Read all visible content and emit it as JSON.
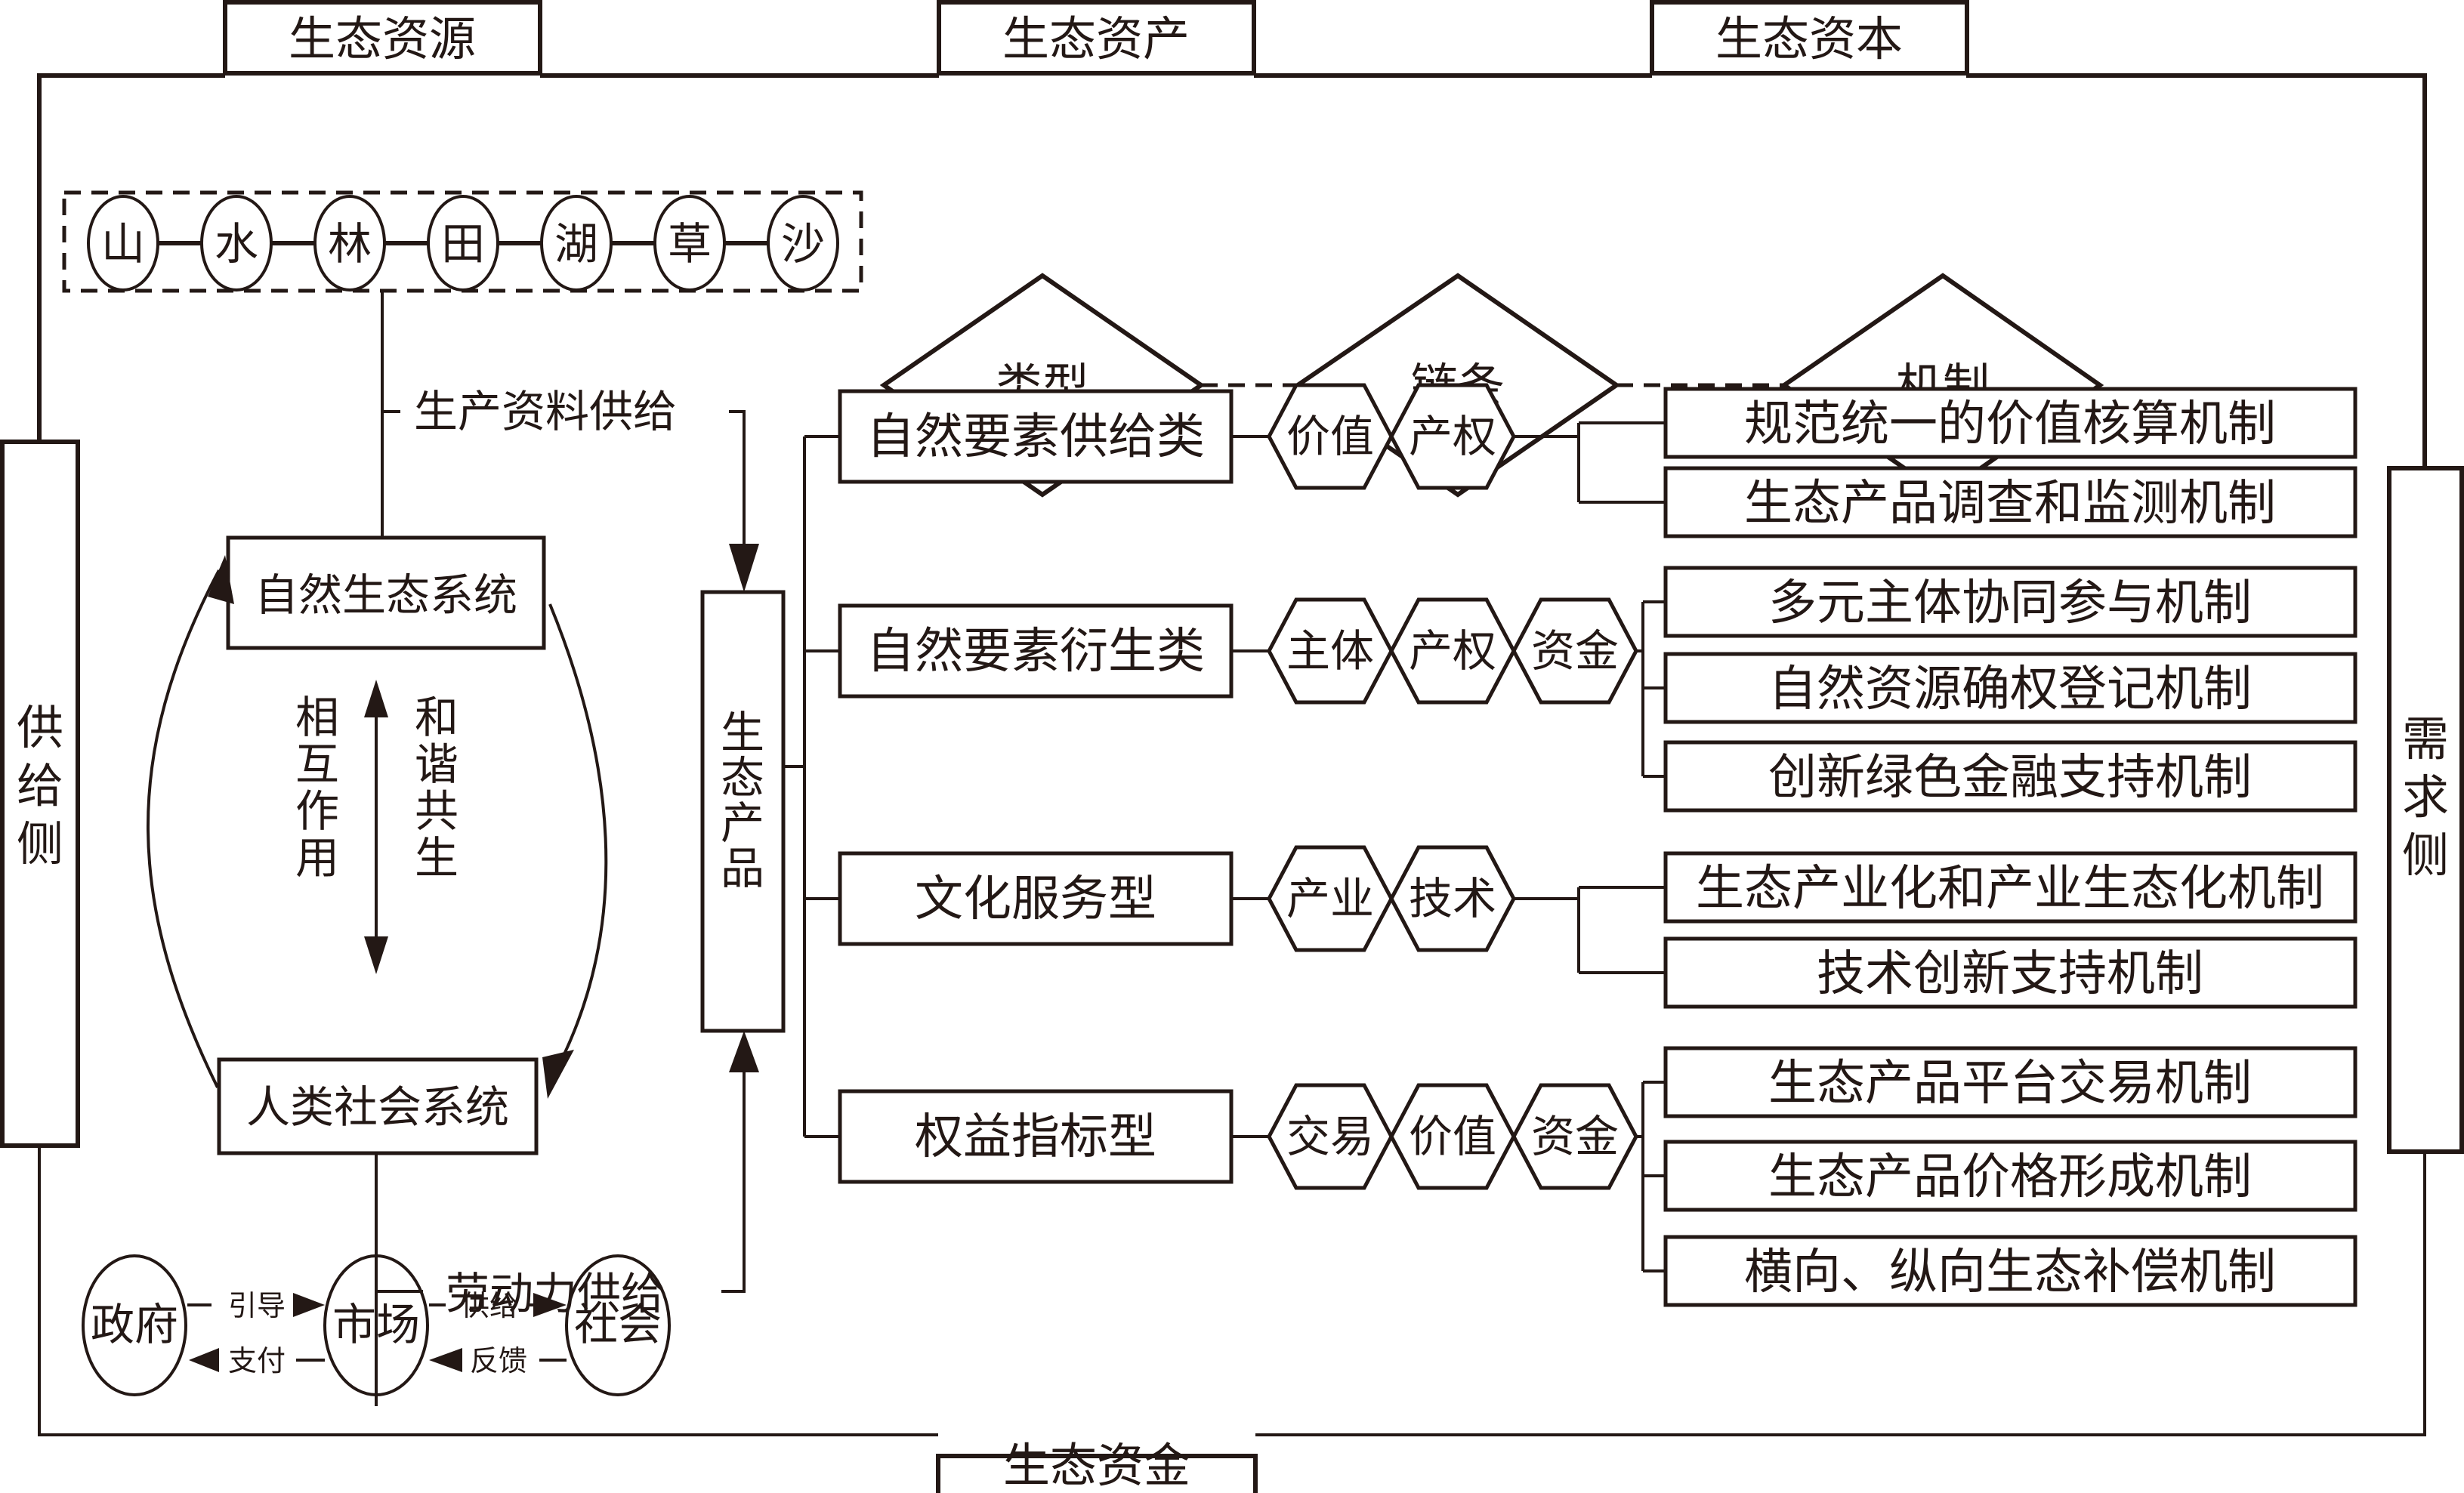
{
  "frame": {
    "top": [
      "生态资源",
      "生态资产",
      "生态资本"
    ],
    "bottom": "生态资金",
    "left": "供给侧",
    "right": "需求侧"
  },
  "chain": [
    "类型",
    "链条",
    "机制"
  ],
  "elements": [
    "山",
    "水",
    "林",
    "田",
    "湖",
    "草",
    "沙"
  ],
  "flows": {
    "production": "生产资料供给",
    "labor": "劳动力供给"
  },
  "systems": {
    "natural": "自然生态系统",
    "human": "人类社会系统",
    "left_label": [
      "相",
      "互",
      "作",
      "用"
    ],
    "right_label": [
      "和",
      "谐",
      "共",
      "生"
    ]
  },
  "actors": {
    "government": "政府",
    "market": "市场",
    "society": "社会",
    "gov_to_market": "引导",
    "market_to_gov": "支付",
    "market_to_society": "供给",
    "society_to_market": "反馈"
  },
  "product": "生态产品",
  "categories": [
    {
      "label": "自然要素供给类",
      "tags": [
        "价值",
        "产权"
      ],
      "mechanisms": [
        "规范统一的价值核算机制",
        "生态产品调查和监测机制"
      ]
    },
    {
      "label": "自然要素衍生类",
      "tags": [
        "主体",
        "产权",
        "资金"
      ],
      "mechanisms": [
        "多元主体协同参与机制",
        "自然资源确权登记机制",
        "创新绿色金融支持机制"
      ]
    },
    {
      "label": "文化服务型",
      "tags": [
        "产业",
        "技术"
      ],
      "mechanisms": [
        "生态产业化和产业生态化机制",
        "技术创新支持机制"
      ]
    },
    {
      "label": "权益指标型",
      "tags": [
        "交易",
        "价值",
        "资金"
      ],
      "mechanisms": [
        "生态产品平台交易机制",
        "生态产品价格形成机制",
        "横向、纵向生态补偿机制"
      ]
    }
  ],
  "colors": {
    "ink": "#231815",
    "background": "#ffffff"
  }
}
